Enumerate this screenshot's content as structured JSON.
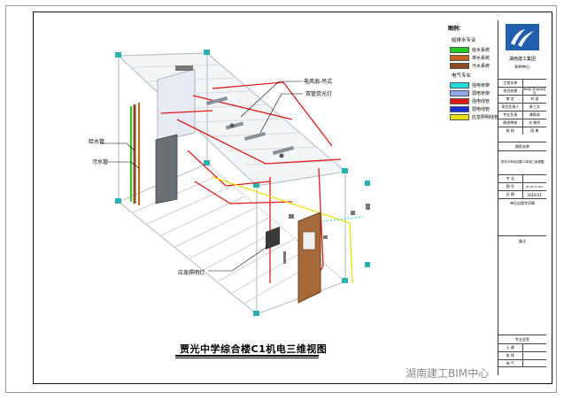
{
  "drawing": {
    "title": "贾光中学综合楼C1机电三维视图"
  },
  "legend": {
    "title": "图例：",
    "plumbing_section": "给排水专业",
    "plumbing_items": [
      {
        "label": "给水系统",
        "color": "#22cc22"
      },
      {
        "label": "排水系统",
        "color": "#c8641e"
      },
      {
        "label": "污水系统",
        "color": "#8b4a1f"
      }
    ],
    "electric_section": "电气专业",
    "electric_items": [
      {
        "label": "强电桥架",
        "color": "#22dddd"
      },
      {
        "label": "弱电桥架",
        "color": "#8fa8e8"
      },
      {
        "label": "强电线管",
        "color": "#e01a1a"
      },
      {
        "label": "弱电线管",
        "color": "#1f2fd8"
      },
      {
        "label": "应急照明线管",
        "color": "#e8e010"
      }
    ]
  },
  "callouts": {
    "fan": "电风扇-吊式",
    "light": "双管荧光灯",
    "water_supply": "给水管",
    "sewage": "污水管",
    "emergency": "应急照明灯"
  },
  "title_block": {
    "company": "湖南建工集团",
    "center": "BIM中心",
    "rows": [
      [
        "工程名称",
        ""
      ],
      [
        "项目经理",
        "李华栋 贾光中学项目"
      ],
      [
        "审  定",
        "刘 斌"
      ],
      [
        "项目负责人",
        "蔡三文"
      ],
      [
        "专业负责",
        "谭再成"
      ],
      [
        "图纸审核",
        "文·晓华"
      ],
      [
        "校  核",
        "段 勇"
      ]
    ],
    "drawing_name_label": "图纸名称",
    "drawing_name": "贾光中学综合楼C1机电三维视图",
    "info_rows": [
      [
        "专  业",
        ""
      ],
      [
        "图  号",
        "JH-JZ-C1-001"
      ],
      [
        "日  期",
        "2018.01"
      ]
    ],
    "stamp_label": "单位出图专用章",
    "remarks_label": "备注",
    "sign_label": "专业会签",
    "sign_rows": [
      "土  建",
      "给  排",
      "电  气"
    ]
  },
  "watermark": "湖南建工BIM中心",
  "colors": {
    "red": "#e01a1a",
    "cyan": "#22dddd",
    "green": "#22cc22",
    "yellow": "#e8e010",
    "brown": "#8b4a1f",
    "orange": "#c8641e",
    "frame": "#b8c4cc",
    "floor": "#d7dde0",
    "door": "#a66a3a"
  }
}
